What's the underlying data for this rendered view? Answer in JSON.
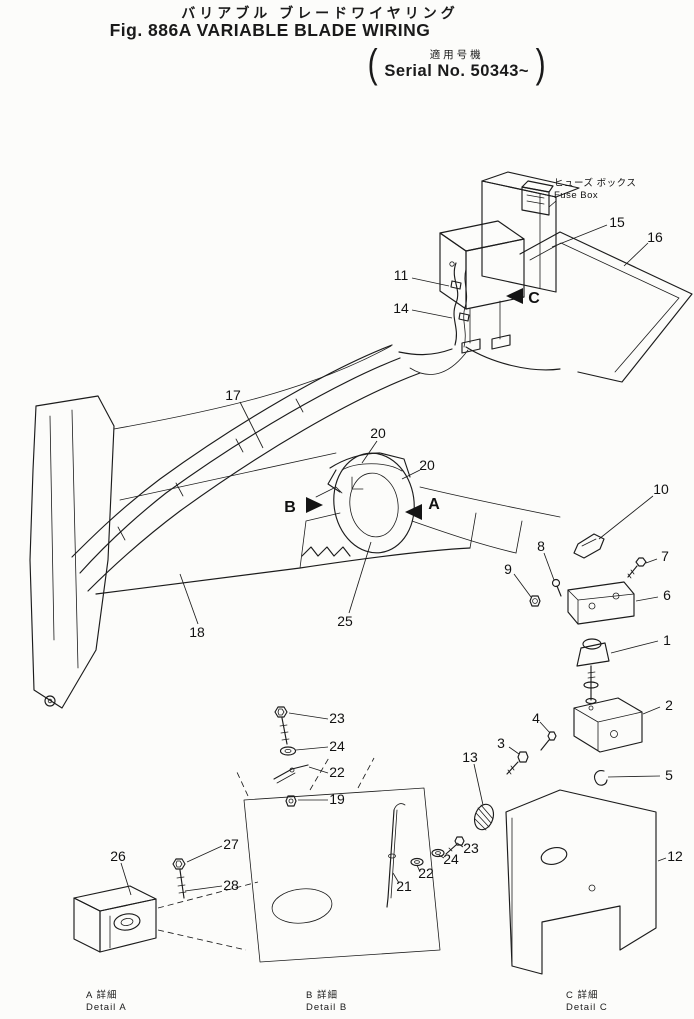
{
  "page": {
    "title_ja": "バリアブル ブレードワイヤリング",
    "fig_title": "Fig. 886A VARIABLE BLADE WIRING",
    "serial_note_ja": "適用号機",
    "serial_text": "Serial No. 50343~"
  },
  "labels": {
    "fuse_box_ja": "ヒューズ ボックス",
    "fuse_box_en": "Fuse Box",
    "view_a": "A",
    "view_b": "B",
    "view_c": "C"
  },
  "callouts": {
    "c1": "1",
    "c2": "2",
    "c3": "3",
    "c4": "4",
    "c5": "5",
    "c6": "6",
    "c7": "7",
    "c8": "8",
    "c9": "9",
    "c10": "10",
    "c11": "11",
    "c12": "12",
    "c13": "13",
    "c14": "14",
    "c15": "15",
    "c16": "16",
    "c17": "17",
    "c18": "18",
    "c19": "19",
    "c20a": "20",
    "c20b": "20",
    "c21": "21",
    "c22a": "22",
    "c22b": "22",
    "c23a": "23",
    "c23b": "23",
    "c24a": "24",
    "c24b": "24",
    "c25": "25",
    "c26": "26",
    "c27": "27",
    "c28": "28"
  },
  "details": {
    "a_ja": "A 詳細",
    "a_en": "Detail A",
    "b_ja": "B 詳細",
    "b_en": "Detail B",
    "c_ja": "C 詳細",
    "c_en": "Detail C"
  },
  "colors": {
    "paper": "#fcfcfa",
    "ink": "#1a1a1a"
  }
}
